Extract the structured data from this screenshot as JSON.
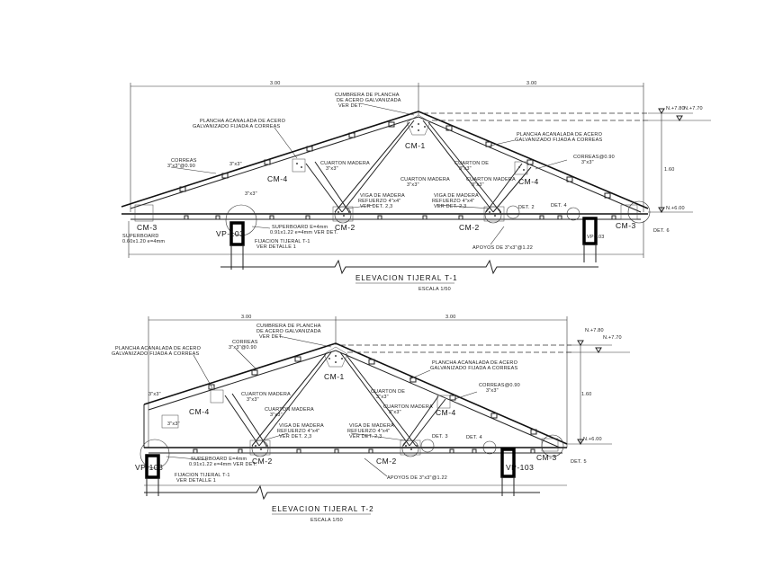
{
  "t1": {
    "dim_left": "3.00",
    "dim_right": "3.00",
    "dim_height": "1.60",
    "level_top_a": "N.+7.80",
    "level_top_b": "N.+7.70",
    "level_base": "N.+6.00",
    "ridge_note": [
      "CUMBRERA DE PLANCHA",
      "DE ACERO GALVANIZADA",
      "VER DET."
    ],
    "sheet_left": [
      "PLANCHA ACANALADA DE ACERO",
      "GALVANIZADO FIJADA A CORREAS"
    ],
    "sheet_right": [
      "PLANCHA ACANALADA DE ACERO",
      "GALVANIZADO FIJADA A CORREAS"
    ],
    "correas_left": [
      "CORREAS",
      "3\"x3\"@0.90"
    ],
    "correas_right": [
      "CORREAS@0.90",
      "3\"x3\""
    ],
    "chord_left": "3\"x3\"",
    "chord_left_b": "3\"x3\"",
    "cuarton_center_l": [
      "CUARTON MADERA",
      "3\"x3\""
    ],
    "cuarton_center_r": [
      "CUARTON MADERA",
      "3\"x3\""
    ],
    "cuarton_right": [
      "CUARTON DE",
      "3\"x3\""
    ],
    "viga_left": [
      "VIGA DE MADERA",
      "REFUERZO 4\"x4\"",
      "VER DET. 2,3"
    ],
    "viga_right": [
      "VIGA DE MADERA",
      "REFUERZO 4\"x4\"",
      "VER DET. 2,3"
    ],
    "superboard": [
      "SUPERBOARD E=4mm",
      "0.91x1.22 e=4mm VER DET."
    ],
    "superboard_left": [
      "SUPERBOARD",
      "0.60x1.20 e=4mm"
    ],
    "fijacion": [
      "FIJACION TIJERAL T-1",
      "VER DETALLE 1"
    ],
    "apoyos": "APOYOS DE 3\"x3\"@1.22",
    "labels": [
      "CM-1",
      "CM-2",
      "CM-2",
      "CM-3",
      "CM-3",
      "CM-4",
      "CM-4"
    ],
    "det_tags": [
      "DET. 2",
      "DET. 4",
      "DET. 6"
    ],
    "vp": [
      "VP-103",
      "VP-103"
    ],
    "title": "ELEVACION TIJERAL T-1",
    "scale": "ESCALA 1/50"
  },
  "t2": {
    "dim_left": "3.00",
    "dim_right": "3.00",
    "dim_height": "1.60",
    "level_top_a": "N.+7.80",
    "level_top_b": "N.+7.70",
    "level_base": "N.+6.00",
    "ridge_note": [
      "CUMBRERA DE PLANCHA",
      "DE ACERO GALVANIZADA",
      "VER DET."
    ],
    "sheet_left": [
      "PLANCHA ACANALADA DE ACERO",
      "GALVANIZADO FIJADA A CORREAS"
    ],
    "sheet_right": [
      "PLANCHA ACANALADA DE ACERO",
      "GALVANIZADO FIJADA A CORREAS"
    ],
    "correas_left": [
      "CORREAS",
      "3\"x3\"@0.90"
    ],
    "correas_right": [
      "CORREAS@0.90",
      "3\"x3\""
    ],
    "chord_left": "3\"x3\"",
    "chord_left_b": "3\"x3\"",
    "cuarton_center_l": [
      "CUARTON MADERA",
      "3\"x3\""
    ],
    "cuarton_center_r": [
      "CUARTON MADERA",
      "3\"x3\""
    ],
    "cuarton_right": [
      "CUARTON DE",
      "3\"x3\""
    ],
    "viga_left": [
      "VIGA DE MADERA",
      "REFUERZO 4\"x4\"",
      "VER DET. 2,3"
    ],
    "viga_right": [
      "VIGA DE MADERA",
      "REFUERZO 4\"x4\"",
      "VER DET. 2,3"
    ],
    "superboard": [
      "SUPERBOARD E=4mm",
      "0.91x1.22 e=4mm VER DET."
    ],
    "fijacion": [
      "FIJACION TIJERAL T-1",
      "VER DETALLE 1"
    ],
    "apoyos": "APOYOS DE 3\"x3\"@1.22",
    "labels": [
      "CM-1",
      "CM-2",
      "CM-2",
      "CM-3",
      "CM-4",
      "CM-4"
    ],
    "det_tags": [
      "DET. 3",
      "DET. 4",
      "DET. 5"
    ],
    "vp": [
      "VP-103",
      "VP-103"
    ],
    "title": "ELEVACION TIJERAL T-2",
    "scale": "ESCALA 1/50"
  }
}
